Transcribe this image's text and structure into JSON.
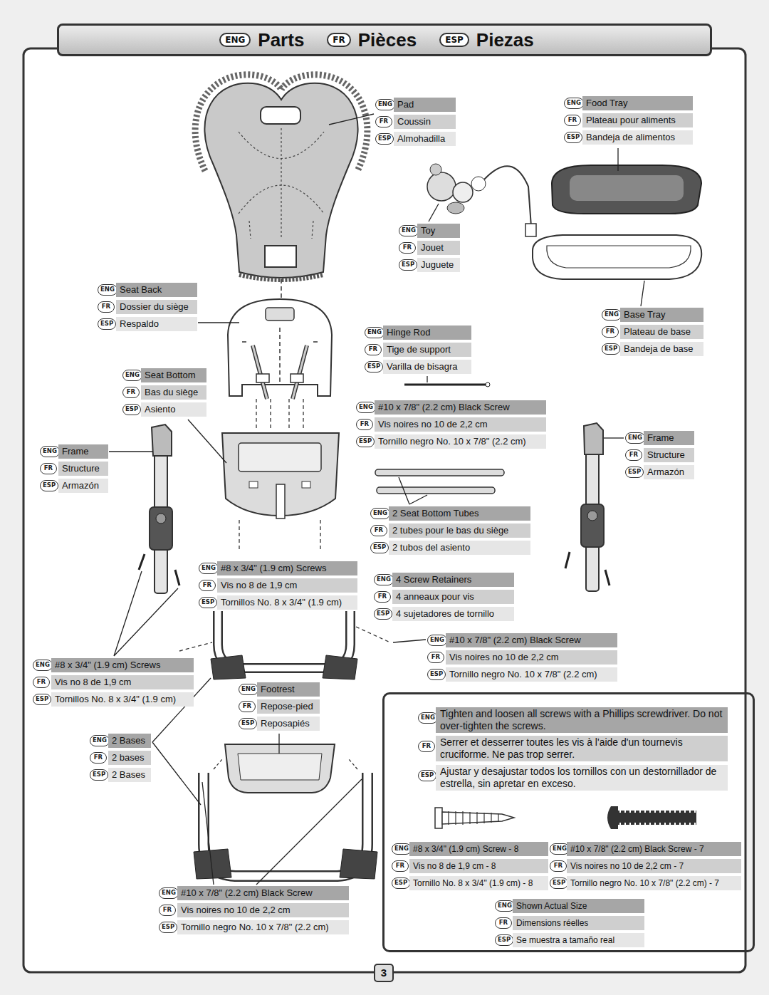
{
  "diagram": {
    "title": "Parts",
    "nodes": [
      {
        "text": [
          "ENG",
          "Tighten and loosen all screws with a Phillips screwdriver. Do not over-tighten the screws.",
          "FR",
          "Serrer et desserrer toutes les vis à l'aide d'un tournevis cruciforme. Ne pas trop serrer.",
          "ESP",
          "Ajustar y desajustar todos los tornillos con un destornillador de estrella, sin apretar en exceso.",
          "ENG",
          "#8 x 3/4\" (1.9 cm) Screw - 8",
          "ENG",
          "#10 x 7/8\" (2.2 cm) Black Screw - 7",
          "FR",
          "Vis no 8 de 1,9 cm - 8",
          "FR",
          "Vis noires no 10 de 2,2 cm - 7",
          "ESP",
          "Tornillo No. 8 x 3/4\" (1.9 cm) - 8",
          "ESP",
          "Tornillo negro No. 10 x 7/8\" (2.2 cm) - 7",
          "ENG",
          "Shown Actual Size",
          "FR",
          "Dimensions réelles",
          "ESP",
          "Se muestra a tamaño real"
        ]
      }
    ],
    "labels": [
      "ENG",
      "FR",
      "Pièces",
      "ESP",
      "Piezas",
      "ENG",
      "Pad",
      "FR",
      "Coussin",
      "ESP",
      "Almohadilla",
      "ENG",
      "Food Tray",
      "FR",
      "Plateau pour aliments",
      "ESP",
      "Bandeja de alimentos",
      "ENG",
      "Toy",
      "FR",
      "Jouet",
      "ESP",
      "Juguete",
      "ENG",
      "Seat Back",
      "FR",
      "Dossier du siège",
      "ESP",
      "Respaldo",
      "ENG",
      "Base Tray",
      "FR",
      "Plateau de base",
      "ESP",
      "Bandeja de base",
      "ENG",
      "Hinge Rod",
      "FR",
      "Tige de support",
      "ESP",
      "Varilla de bisagra",
      "ENG",
      "Seat Bottom",
      "FR",
      "Bas du siège",
      "ESP",
      "Asiento",
      "ENG",
      "#10 x 7/8\" (2.2 cm) Black Screw",
      "FR",
      "Vis noires no 10 de 2,2 cm",
      "ESP",
      "Tornillo negro No. 10 x 7/8\" (2.2 cm)",
      "ENG",
      "Frame",
      "FR",
      "Structure",
      "ESP",
      "Armazón",
      "ENG",
      "Frame",
      "FR",
      "Structure",
      "ESP",
      "Armazón",
      "ENG",
      "2 Seat Bottom Tubes",
      "FR",
      "2 tubes pour le bas du siège",
      "ESP",
      "2 tubos del asiento",
      "ENG",
      "#8 x 3/4\" (1.9 cm) Screws",
      "FR",
      "Vis no 8 de 1,9 cm",
      "ESP",
      "Tornillos No. 8 x 3/4\" (1.9 cm)",
      "ENG",
      "4 Screw Retainers",
      "FR",
      "4 anneaux pour vis",
      "ESP",
      "4 sujetadores de tornillo",
      "ENG",
      "#10 x 7/8\" (2.2 cm) Black Screw",
      "FR",
      "Vis noires no 10 de 2,2 cm",
      "ESP",
      "Tornillo negro No. 10 x 7/8\" (2.2 cm)",
      "ENG",
      "#8 x 3/4\" (1.9 cm) Screws",
      "FR",
      "Vis no 8 de 1,9 cm",
      "ESP",
      "Tornillos No. 8 x 3/4\" (1.9 cm)",
      "ENG",
      "Footrest",
      "FR",
      "Repose-pied",
      "ESP",
      "Reposapiés",
      "ENG",
      "2 Bases",
      "FR",
      "2 bases",
      "ESP",
      "2 Bases",
      "ENG",
      "#10 x 7/8\" (2.2 cm) Black Screw",
      "FR",
      "Vis noires no 10 de 2,2 cm",
      "ESP",
      "Tornillo negro No. 10 x 7/8\" (2.2 cm)",
      "3"
    ]
  }
}
